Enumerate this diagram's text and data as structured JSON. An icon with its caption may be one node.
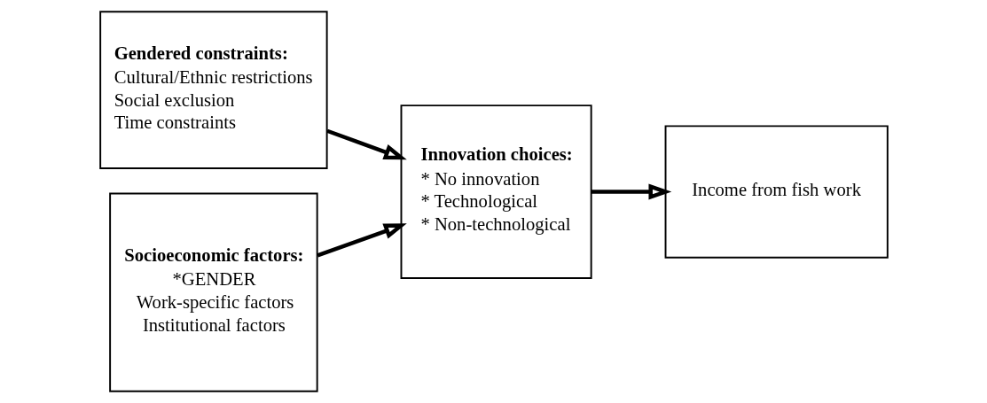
{
  "diagram": {
    "nodes": [
      {
        "text": [
          "Gendered constraints:",
          "Cultural/Ethnic restrictions",
          "Social exclusion",
          "Time constraints"
        ]
      },
      {
        "text": [
          "Socioeconomic factors:",
          "*GENDER",
          "Work-specific factors",
          "Institutional factors"
        ]
      },
      {
        "text": [
          "Innovation choices:",
          "* No innovation",
          "* Technological",
          "* Non-technological"
        ]
      },
      {
        "text": [
          "Income from fish work"
        ]
      }
    ],
    "edges": [
      {
        "from": 0,
        "to": 2,
        "arrow": "to"
      },
      {
        "from": 1,
        "to": 2,
        "arrow": "to"
      },
      {
        "from": 2,
        "to": 3,
        "arrow": "to"
      }
    ]
  }
}
